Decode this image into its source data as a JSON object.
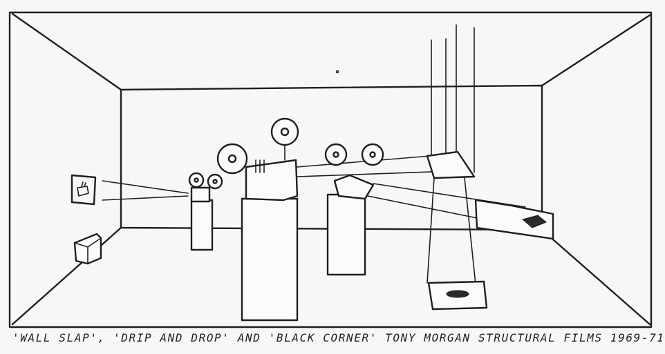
{
  "caption": "'WALL SLAP', 'DRIP AND DROP' AND 'BLACK CORNER' TONY MORGAN STRUCTURAL FILMS 1969-71",
  "colors": {
    "ink": "#1e1e1e",
    "paper": "#f7f7f5"
  },
  "figures": [
    "room-perspective",
    "small-projector",
    "large-projector",
    "twin-reel-projector",
    "wall-screen",
    "box-on-floor",
    "hanging-screen",
    "floor-puddle"
  ]
}
